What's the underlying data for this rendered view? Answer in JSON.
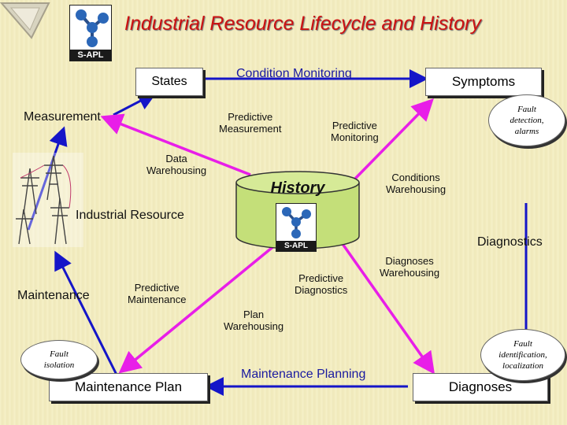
{
  "title": "Industrial Resource Lifecycle and History",
  "logo_caption": "S-APL",
  "center": {
    "label": "History",
    "logo_caption": "S-APL"
  },
  "nodes": {
    "states": "States",
    "symptoms": "Symptoms",
    "measurement": "Measurement",
    "industrial_resource": "Industrial Resource",
    "diagnostics": "Diagnostics",
    "maintenance": "Maintenance",
    "maintenance_plan": "Maintenance Plan",
    "maintenance_planning": "Maintenance Planning",
    "diagnoses": "Diagnoses",
    "condition_monitoring": "Condition Monitoring"
  },
  "edge_labels": {
    "predictive_measurement": "Predictive\nMeasurement",
    "predictive_monitoring": "Predictive\nMonitoring",
    "data_warehousing": "Data\nWarehousing",
    "conditions_warehousing": "Conditions\nWarehousing",
    "diagnoses_warehousing": "Diagnoses\nWarehousing",
    "predictive_diagnostics": "Predictive\nDiagnostics",
    "predictive_maintenance": "Predictive\nMaintenance",
    "plan_warehousing": "Plan\nWarehousing"
  },
  "notes": {
    "fault_detection": "Fault\ndetection,\nalarms",
    "fault_isolation": "Fault\nisolation",
    "fault_identification": "Fault\nidentification,\nlocalization"
  },
  "colors": {
    "arrow_blue": "#1515c8",
    "arrow_magenta": "#e81ee8",
    "cylinder": "#c4df79",
    "title": "#cc1111"
  }
}
